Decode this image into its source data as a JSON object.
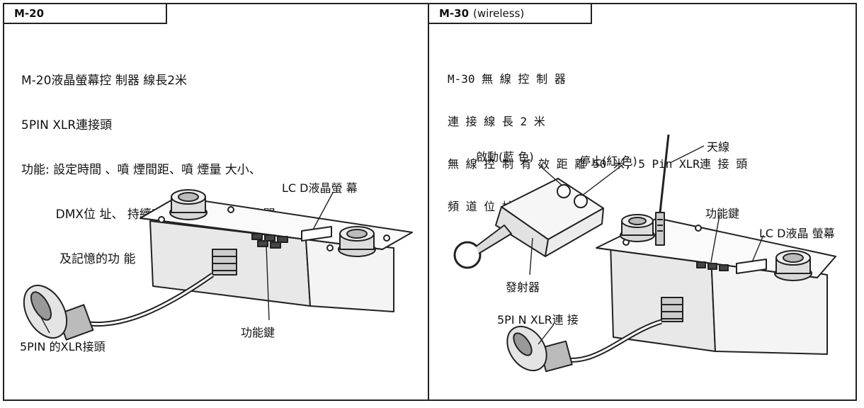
{
  "left": {
    "model": "M-20",
    "subtitle": "",
    "lines": [
      "M-20液晶螢幕控 制器 線長2米",
      "5PIN XLR連接頭",
      "功能: 設定時間 、噴 煙間距、噴 煙量 大小、",
      "         DMX位 址、 持續噴 煙量 、手 動開／ 關",
      "          及記憶的功 能"
    ],
    "labels": {
      "lcd": "LC D液晶螢 幕",
      "function_key": "功能鍵",
      "connector": "5PIN 的XLR接頭"
    }
  },
  "right": {
    "model": "M-30",
    "subtitle": "(wireless)",
    "lines": [
      "M-30 無 線 控 制 器",
      "連 接 線 長 2 米",
      "無 線 控 制 有 效 距 離 50 米, 5 Pin XLR連 接 頭",
      "頻 道 位 址 0~8"
    ],
    "labels": {
      "start": "啟動(藍 色)",
      "stop": "停止(紅 色)",
      "antenna": "天線",
      "function_key": "功能鍵",
      "lcd": "LC D液晶 螢幕",
      "transmitter": "發射器",
      "connector": "5PI N XLR連 接"
    }
  }
}
